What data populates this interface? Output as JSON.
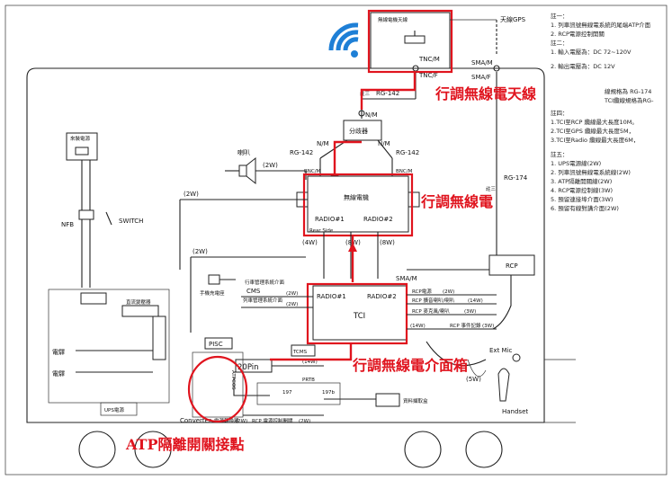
{
  "notes": {
    "n1_head": "註一：",
    "n1_1": "1. 列車訊號無線電系統的尾端ATP介面",
    "n1_2": "2. RCP電源控制開關",
    "n2_head": "註二：",
    "n2_1": "1. 輸入電壓為：DC 72~120V",
    "n2_2": "2. 輸出電壓為：DC 12V",
    "n3_a": "線規格為 RG-174",
    "n3_b": "TCI纜線規格為RG-",
    "n4_head": "註四：",
    "n4_1": "1.TCI至RCP 纜線最大長度10M。",
    "n4_2": "2.TCI至GPS 纜線最大長度5M，",
    "n4_3": "3.TCI至Radio 纜線最大長度6M，",
    "n5_head": "註五：",
    "n5_1": "1. UPS電源線(2W)",
    "n5_2": "2. 列車訊號無線電系統線(2W)",
    "n5_3": "3. ATP隔離開關線(2W)",
    "n5_4": "4. RCP電源控制線(3W)",
    "n5_5": "5. 預留連接埠介面(3W)",
    "n5_6": "6. 預留有線對講介面(2W)"
  },
  "labels": {
    "radio_antenna": "無線電機天線",
    "gps_antenna": "天線GPS",
    "tnc_m": "TNC/M",
    "tnc_f": "TNC/F",
    "sma_m": "SMA/M",
    "sma_f": "SMA/F",
    "n_m": "N/M",
    "note3": "註三",
    "rg142": "RG-142",
    "rg174": "RG-174",
    "splitter": "分歧器",
    "bnc_m": "BNC/M",
    "speaker": "喇叭",
    "w2": "(2W)",
    "w3": "(3W)",
    "w4": "(4W)",
    "w5": "(5W)",
    "w6": "(6W)",
    "w8": "(8W)",
    "w14": "(14W)",
    "radio_box": "無線電機",
    "radio1": "RADIO#1",
    "radio2": "RADIO#2",
    "rear_side": "Rear Side",
    "tci": "TCI",
    "rcp": "RCP",
    "rcp_power": "RCP電源",
    "rcp_w14": "RCP 擴音喇叭/喇叭",
    "rcp_w3a": "RCP 麥克風/喇叭",
    "rcp_w3b": "RCP 事件記錄",
    "cms": "CMS",
    "tcms": "TCMS",
    "pisc": "PISC",
    "atpcos": "ATPCOS",
    "pin20": "20Pin",
    "converter": "Converter",
    "converter_sub": "電源轉換器",
    "rcp_bottom": "RCP 電源控制開關",
    "handset": "Handset",
    "ext_mic": "Ext Mic",
    "recorder": "資料擷取盒",
    "mc_power": "來裝電源",
    "nfb": "NFB",
    "switch": "SWITCH",
    "transformer": "直流變壓器",
    "relay1": "電驛",
    "relay2": "電驛",
    "note2": "註二",
    "handset_holder": "手機充電座",
    "ups": "UPS電源",
    "prtb": "PRTB",
    "r197a": "197",
    "r197b": "197b",
    "cms_sub": "行車管理系統介面",
    "tcms_sub": "列車管理系統介面",
    "ann_antenna": "行調無線電天線",
    "ann_radio": "行調無線電",
    "ann_interface": "行調無線電介面箱",
    "ann_atp": "ATP隔離開關接點"
  },
  "colors": {
    "annotation": "#e0141e",
    "wifi": "#1e7fd6",
    "line": "#222222"
  },
  "icons": [
    "wifi-icon",
    "speaker-icon",
    "handset-icon",
    "microphone-icon"
  ]
}
